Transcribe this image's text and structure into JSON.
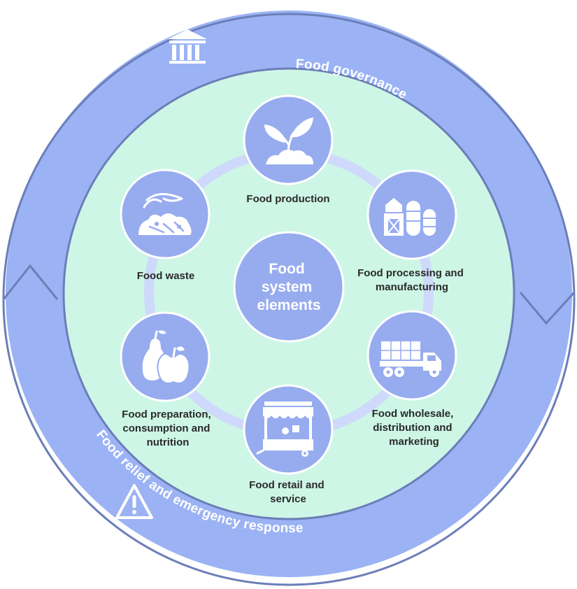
{
  "outer_ring": {
    "top_label": "Food governance",
    "bottom_label": "Food relief and emergency response",
    "top_icon": "government-building-icon",
    "bottom_icon": "warning-triangle-icon"
  },
  "center": {
    "lines": [
      "Food",
      "system",
      "elements"
    ]
  },
  "elements": [
    {
      "icon": "sprout-icon",
      "lines": [
        "Food production"
      ]
    },
    {
      "icon": "farm-silo-icon",
      "lines": [
        "Food processing and",
        "manufacturing"
      ]
    },
    {
      "icon": "delivery-truck-icon",
      "lines": [
        "Food wholesale,",
        "distribution and",
        "marketing"
      ]
    },
    {
      "icon": "market-stall-icon",
      "lines": [
        "Food retail and",
        "service"
      ]
    },
    {
      "icon": "pear-apple-icon",
      "lines": [
        "Food preparation,",
        "consumption and",
        "nutrition"
      ]
    },
    {
      "icon": "food-scraps-icon",
      "lines": [
        "Food waste"
      ]
    }
  ],
  "colors": {
    "ring_fill": "#9bb3f4",
    "ring_stroke": "#6b7eb8",
    "inner_fill": "#cdf6e6",
    "node_fill": "#97acef",
    "connector": "#cfd9fb",
    "label_text": "#2a2a2a"
  }
}
